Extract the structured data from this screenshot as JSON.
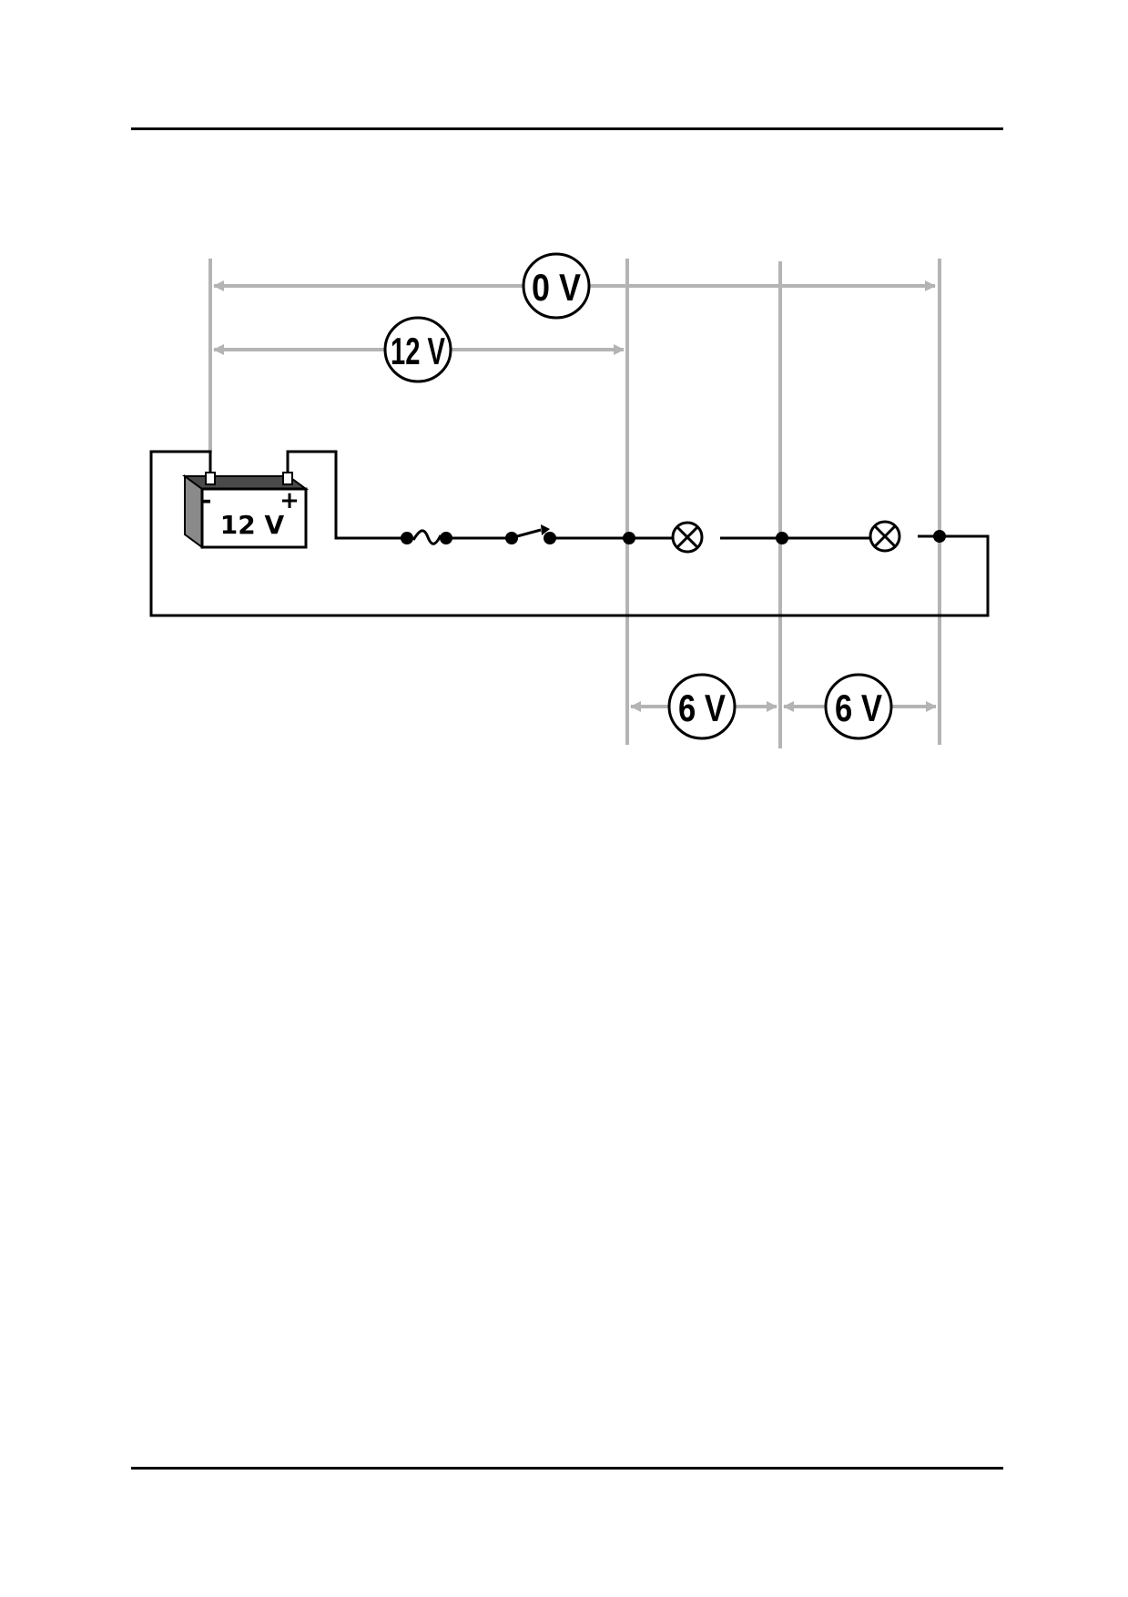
{
  "colors": {
    "wire": "#000000",
    "measurement": "#b4b4b4",
    "background": "#ffffff"
  },
  "battery": {
    "label": "12 V",
    "negative_symbol": "-",
    "positive_symbol": "+"
  },
  "measurements": {
    "total": "0 V",
    "supply": "12 V",
    "lamp1": "6 V",
    "lamp2": "6 V"
  },
  "components": {
    "icons": [
      "battery-icon",
      "fuse-icon",
      "switch-icon",
      "lamp-icon",
      "lamp-icon"
    ]
  }
}
